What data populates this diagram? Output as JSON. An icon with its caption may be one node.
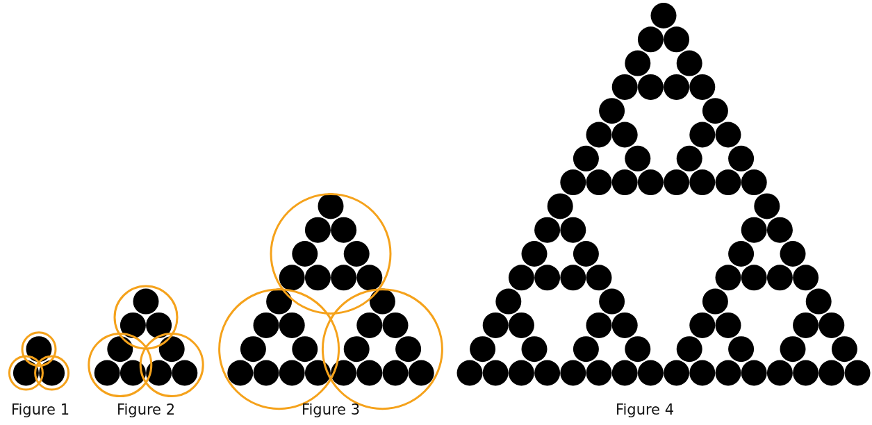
{
  "diagram": {
    "labels": [
      "Figure 1",
      "Figure 2",
      "Figure 3",
      "Figure 4"
    ]
  }
}
